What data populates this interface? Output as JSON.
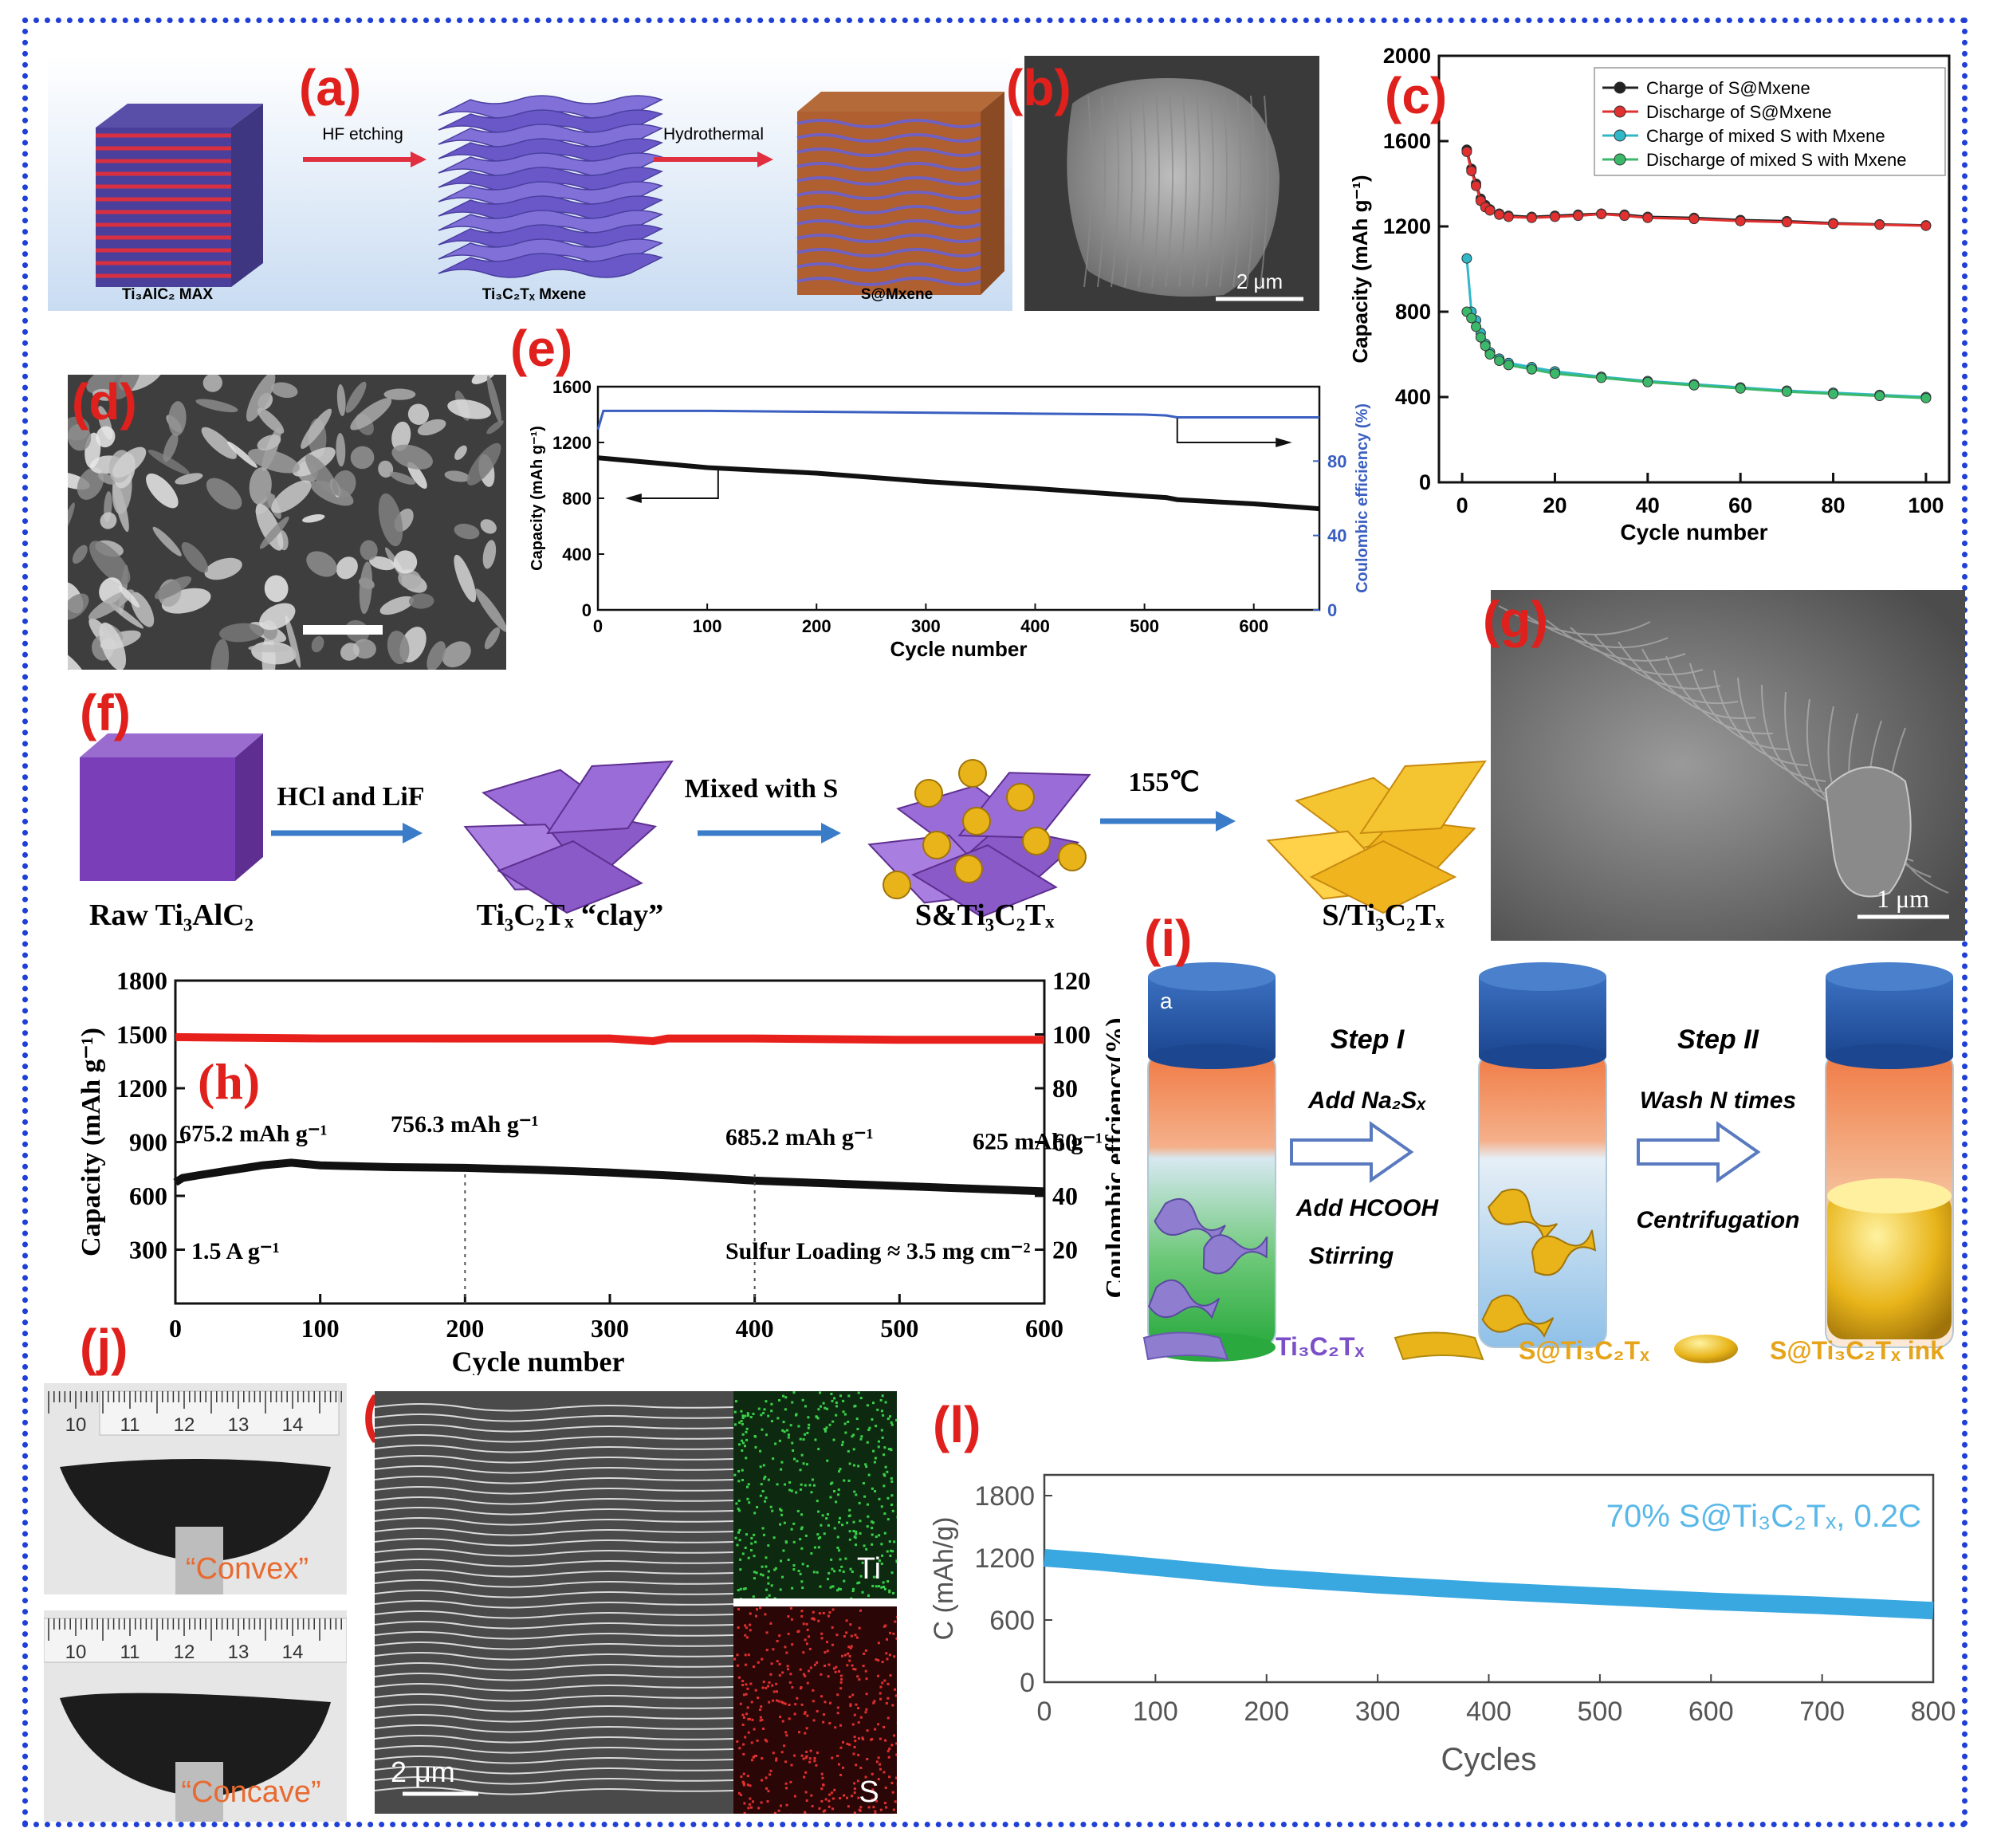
{
  "panel_labels": {
    "a": "(a)",
    "b": "(b)",
    "c": "(c)",
    "d": "(d)",
    "e": "(e)",
    "f": "(f)",
    "g": "(g)",
    "h": "(h)",
    "i": "(i)",
    "j": "(j)",
    "k": "(k)",
    "l": "(l)"
  },
  "scheme_a": {
    "step1": "HF etching",
    "step2": "Hydrothermal",
    "label1": "Ti₃AlC₂ MAX",
    "label2": "Ti₃C₂Tₓ Mxene",
    "label3": "S@Mxene"
  },
  "sem_b": {
    "scale": "2 μm"
  },
  "sem_g": {
    "scale": "1 μm"
  },
  "scheme_f": {
    "step1": "HCl and LiF",
    "step2": "Mixed with S",
    "step3": "155℃",
    "label1": "Raw Ti₃AlC₂",
    "label2": "Ti₃C₂Tₓ “clay”",
    "label3": "S&Ti₃C₂Tₓ",
    "label4": "S/Ti₃C₂Tₓ"
  },
  "scheme_i": {
    "tag": "a",
    "step1_title": "Step I",
    "step1_top": "Add Na₂Sₓ",
    "step1_bottom1": "Add HCOOH",
    "step1_bottom2": "Stirring",
    "step2_title": "Step II",
    "step2_top": "Wash N times",
    "step2_bottom": "Centrifugation",
    "legend": [
      "Ti₃C₂Tₓ",
      "S@Ti₃C₂Tₓ",
      "S@Ti₃C₂Tₓ ink"
    ],
    "colors": {
      "cap": "#1f4f9a",
      "orange": "#f5874a",
      "green": "#2fb34a",
      "blue": "#9fc9e8",
      "gold": "#e8b41a",
      "purple": "#8f7ed0"
    }
  },
  "photo_j": {
    "top_label": "“Convex”",
    "bottom_label": "“Concave”",
    "ruler_ticks": [
      "10",
      "11",
      "12",
      "13",
      "14"
    ]
  },
  "eds_k": {
    "scale": "2 μm",
    "map1": "Ti",
    "map2": "S"
  },
  "chart_data": [
    {
      "id": "c",
      "type": "scatter",
      "xlabel": "Cycle number",
      "ylabel": "Capacity (mAh g⁻¹)",
      "xlim": [
        -5,
        105
      ],
      "ylim": [
        0,
        2000
      ],
      "xticks": [
        0,
        20,
        40,
        60,
        80,
        100
      ],
      "yticks": [
        0,
        400,
        800,
        1200,
        1600,
        2000
      ],
      "legend_position": "top-right",
      "series": [
        {
          "name": "Charge of S@Mxene",
          "color": "#222222",
          "x": [
            1,
            2,
            3,
            4,
            5,
            6,
            8,
            10,
            15,
            20,
            25,
            30,
            35,
            40,
            50,
            60,
            70,
            80,
            90,
            100
          ],
          "values": [
            1560,
            1470,
            1400,
            1330,
            1300,
            1280,
            1260,
            1250,
            1245,
            1250,
            1255,
            1260,
            1255,
            1245,
            1240,
            1230,
            1225,
            1215,
            1210,
            1205
          ]
        },
        {
          "name": "Discharge of S@Mxene",
          "color": "#e03030",
          "x": [
            1,
            2,
            3,
            4,
            5,
            6,
            8,
            10,
            15,
            20,
            25,
            30,
            35,
            40,
            50,
            60,
            70,
            80,
            90,
            100
          ],
          "values": [
            1550,
            1460,
            1390,
            1320,
            1290,
            1275,
            1255,
            1245,
            1240,
            1245,
            1250,
            1258,
            1250,
            1240,
            1235,
            1225,
            1220,
            1212,
            1208,
            1203
          ]
        },
        {
          "name": "Charge of mixed S with Mxene",
          "color": "#30b8c8",
          "x": [
            1,
            2,
            3,
            4,
            5,
            6,
            8,
            10,
            15,
            20,
            30,
            40,
            50,
            60,
            70,
            80,
            90,
            100
          ],
          "values": [
            1050,
            800,
            760,
            700,
            650,
            610,
            580,
            560,
            540,
            520,
            495,
            475,
            460,
            445,
            430,
            420,
            410,
            400
          ]
        },
        {
          "name": "Discharge of mixed S with Mxene",
          "color": "#3cb86a",
          "x": [
            1,
            2,
            3,
            4,
            5,
            6,
            8,
            10,
            15,
            20,
            30,
            40,
            50,
            60,
            70,
            80,
            90,
            100
          ],
          "values": [
            800,
            770,
            730,
            680,
            640,
            600,
            570,
            550,
            530,
            510,
            490,
            470,
            455,
            440,
            425,
            415,
            405,
            395
          ]
        }
      ]
    },
    {
      "id": "e",
      "type": "line",
      "xlabel": "Cycle number",
      "ylabel": "Capacity (mAh g⁻¹)",
      "y2label": "Coulombic efficiency (%)",
      "xlim": [
        0,
        660
      ],
      "ylim": [
        0,
        1600
      ],
      "y2lim": [
        0,
        120
      ],
      "xticks": [
        0,
        100,
        200,
        300,
        400,
        500,
        600
      ],
      "yticks": [
        0,
        400,
        800,
        1200,
        1600
      ],
      "y2ticks": [
        0,
        40,
        80
      ],
      "series": [
        {
          "name": "",
          "axis": "left",
          "color": "#111111",
          "x": [
            0,
            100,
            200,
            300,
            400,
            500,
            520,
            530,
            600,
            660
          ],
          "values": [
            1090,
            1020,
            980,
            920,
            870,
            815,
            805,
            790,
            760,
            725
          ]
        },
        {
          "name": "",
          "axis": "right",
          "color": "#3a5fc0",
          "x": [
            0,
            5,
            100,
            200,
            300,
            400,
            500,
            520,
            530,
            600,
            660
          ],
          "values": [
            97,
            107,
            107,
            106.5,
            106,
            105.5,
            105,
            104.5,
            103.5,
            103.5,
            103.5
          ]
        }
      ]
    },
    {
      "id": "h",
      "type": "line",
      "xlabel": "Cycle number",
      "ylabel": "Capacity (mAh g⁻¹)",
      "y2label": "Coulombic effciency(%)",
      "xlim": [
        0,
        600
      ],
      "ylim": [
        0,
        1800
      ],
      "y2lim": [
        0,
        120
      ],
      "xticks": [
        0,
        100,
        200,
        300,
        400,
        500,
        600
      ],
      "yticks": [
        300,
        600,
        900,
        1200,
        1500,
        1800
      ],
      "y2ticks": [
        20,
        40,
        60,
        80,
        100,
        120
      ],
      "annotations": [
        "675.2 mAh g⁻¹",
        "756.3 mAh g⁻¹",
        "685.2 mAh g⁻¹",
        "625 mAh g⁻¹",
        "1.5 A g⁻¹",
        "Sulfur Loading ≈ 3.5 mg cm⁻²"
      ],
      "series": [
        {
          "name": "",
          "axis": "left",
          "color": "#111111",
          "x": [
            0,
            5,
            20,
            40,
            60,
            80,
            100,
            150,
            200,
            250,
            300,
            350,
            400,
            450,
            500,
            550,
            600
          ],
          "values": [
            675,
            700,
            720,
            745,
            770,
            785,
            770,
            760,
            756,
            745,
            730,
            710,
            685,
            670,
            655,
            640,
            625
          ]
        },
        {
          "name": "",
          "axis": "right",
          "color": "#e8201c",
          "x": [
            0,
            100,
            200,
            300,
            330,
            340,
            400,
            500,
            600
          ],
          "values": [
            99,
            98.5,
            98.5,
            98.5,
            97.5,
            98.5,
            98.5,
            98,
            98
          ]
        }
      ]
    },
    {
      "id": "l",
      "type": "line",
      "xlabel": "Cycles",
      "ylabel": "C (mAh/g)",
      "xlim": [
        0,
        800
      ],
      "ylim": [
        0,
        2000
      ],
      "xticks": [
        0,
        100,
        200,
        300,
        400,
        500,
        600,
        700,
        800
      ],
      "yticks": [
        0,
        600,
        1200,
        1800
      ],
      "annotation": "70% S@Ti₃C₂Tₓ, 0.2C",
      "series": [
        {
          "name": "",
          "color": "#3aa8e0",
          "x": [
            0,
            50,
            100,
            150,
            200,
            300,
            400,
            500,
            600,
            700,
            800
          ],
          "values": [
            1200,
            1160,
            1110,
            1060,
            1010,
            940,
            880,
            830,
            780,
            740,
            690
          ]
        }
      ]
    }
  ]
}
